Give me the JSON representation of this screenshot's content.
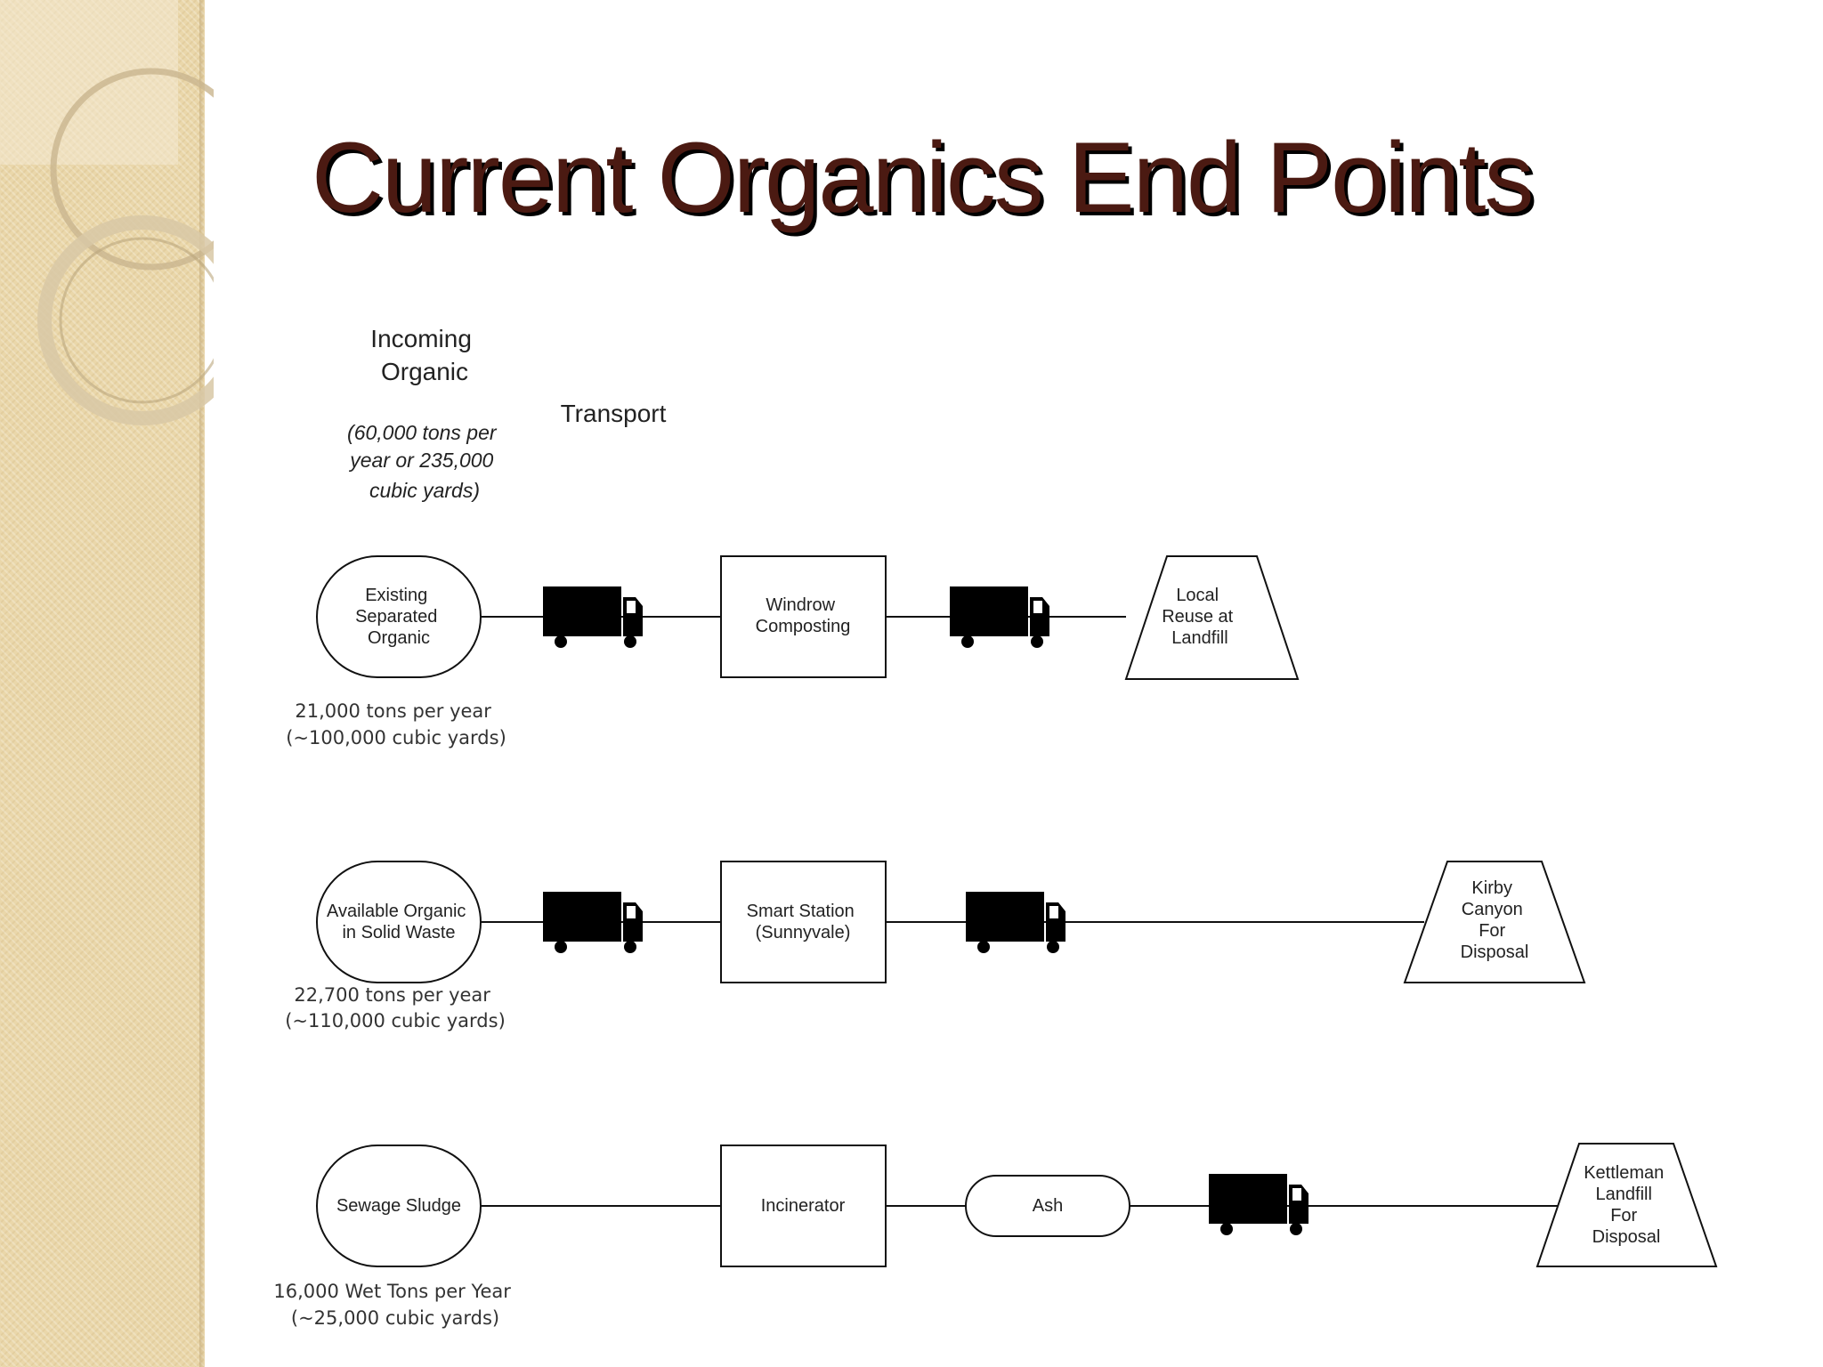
{
  "title": "Current Organics End Points",
  "headers": {
    "incoming": [
      "Incoming",
      "Organic"
    ],
    "incoming_sub": [
      "(60,000 tons per",
      "year or 235,000",
      "cubic yards)"
    ],
    "transport": "Transport"
  },
  "flows": [
    {
      "source": [
        "Existing",
        "Separated",
        "Organic"
      ],
      "quantity": [
        "21,000 tons per year",
        "(~100,000 cubic yards)"
      ],
      "facility": [
        "Windrow",
        "Composting"
      ],
      "endpoint": [
        "Local",
        "Reuse at",
        "Landfill"
      ]
    },
    {
      "source": [
        "Available Organic",
        "in Solid Waste"
      ],
      "quantity": [
        "22,700 tons per year",
        "(~110,000 cubic yards)"
      ],
      "facility": [
        "Smart Station",
        "(Sunnyvale)"
      ],
      "endpoint": [
        "Kirby",
        "Canyon",
        "For",
        "Disposal"
      ]
    },
    {
      "source": [
        "Sewage Sludge"
      ],
      "quantity": [
        "16,000 Wet Tons per Year",
        "(~25,000 cubic yards)"
      ],
      "facility": [
        "Incinerator"
      ],
      "intermediate": [
        "Ash"
      ],
      "endpoint": [
        "Kettleman",
        "Landfill",
        "For",
        "Disposal"
      ]
    }
  ],
  "icons": {
    "truck": "truck-icon"
  },
  "colors": {
    "title": "#4b1a12",
    "sidebar": "#ead7aa",
    "line": "#111111"
  }
}
